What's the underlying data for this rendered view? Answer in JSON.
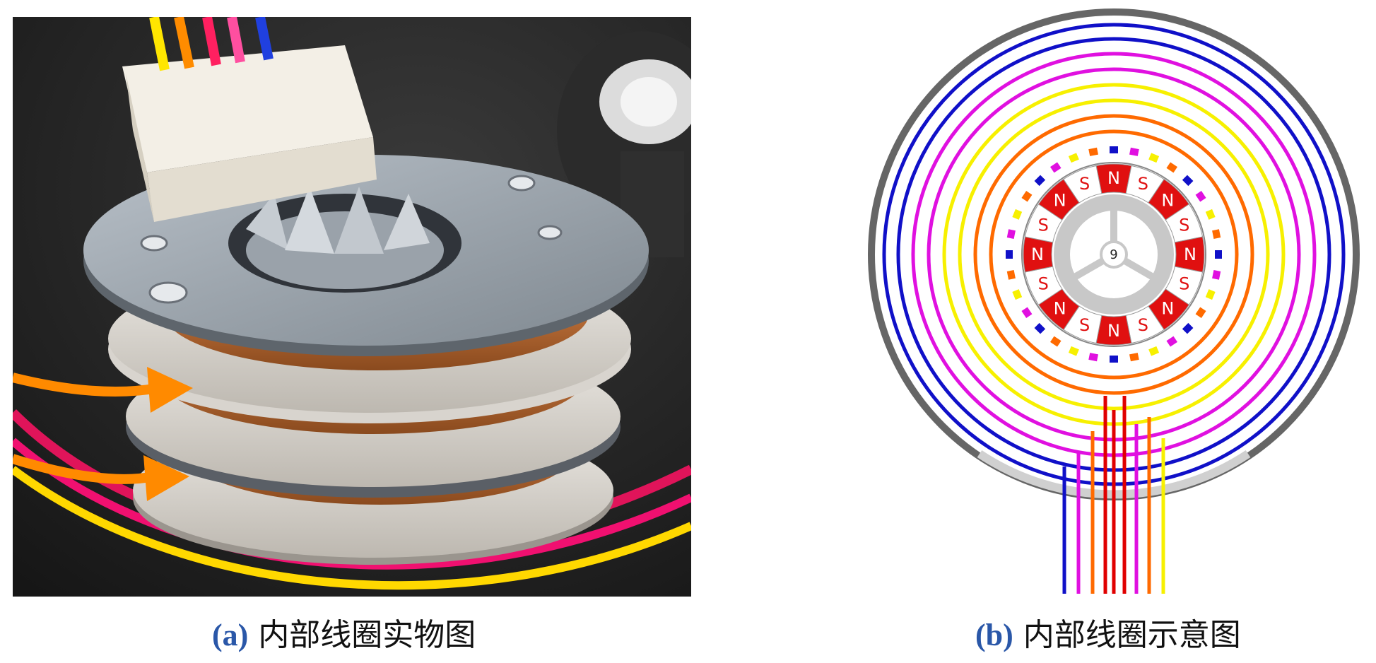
{
  "captions": {
    "a": {
      "tag": "(a)",
      "text": "内部线圈实物图"
    },
    "b": {
      "tag": "(b)",
      "text": "内部线圈示意图"
    }
  },
  "diagram": {
    "rotor_center_label": "9",
    "pole_labels": [
      "N",
      "S",
      "N",
      "S",
      "N",
      "S",
      "N",
      "S",
      "N",
      "S",
      "N",
      "S",
      "N",
      "S",
      "N",
      "S"
    ],
    "colors": {
      "outer_ring": "#666666",
      "blue": "#1010c8",
      "magenta": "#e010e0",
      "yellow": "#f7f000",
      "orange": "#ff6a00",
      "red": "#e00000",
      "pole_red": "#e01010",
      "shaft_gray": "#c8c8c8"
    }
  },
  "photo": {
    "arrow_color": "#ff8a00",
    "wire_colors": [
      "#ffe600",
      "#ff8c00",
      "#ff2060",
      "#ff4fa0",
      "#2040e0"
    ]
  }
}
